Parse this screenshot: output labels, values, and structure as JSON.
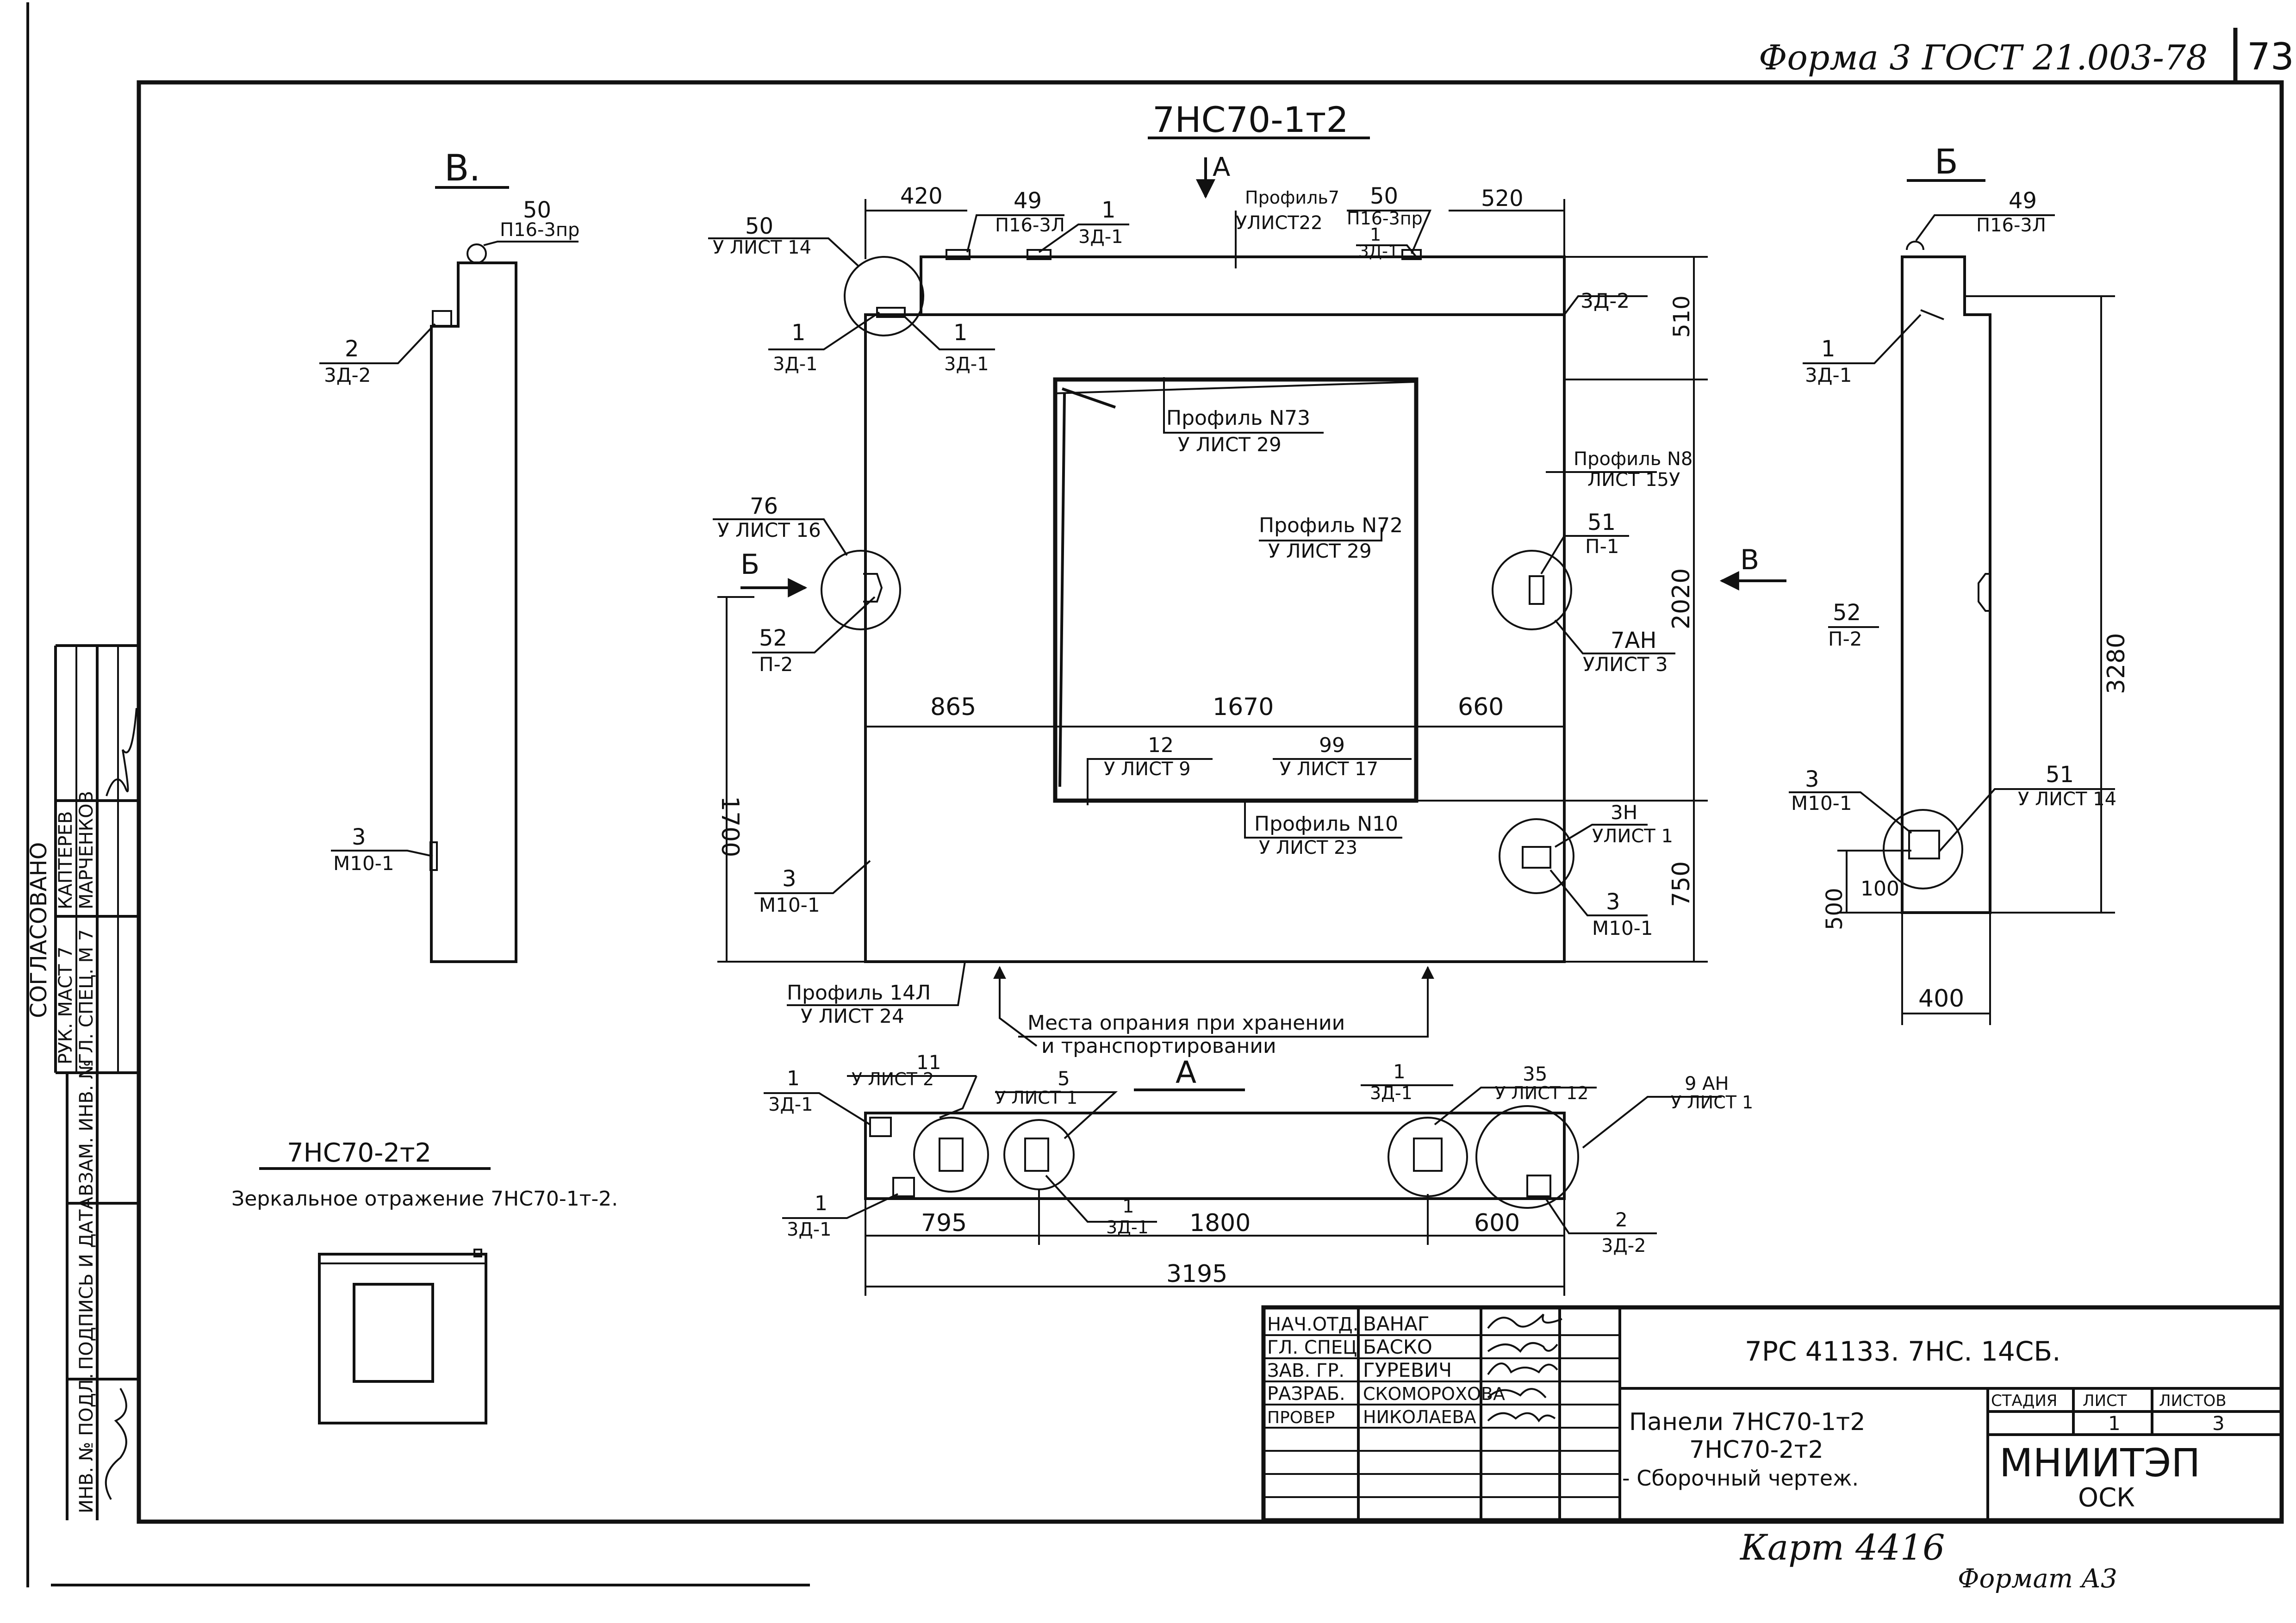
{
  "form_header": "Форма 3 ГОСТ 21.003-78",
  "sheet_corner": "73",
  "main_view": {
    "title": "7НС70-1т2",
    "arrow_A": "А",
    "callouts": [
      {
        "id": "c50",
        "num": "50",
        "ref": "У ЛИСТ 14"
      },
      {
        "id": "c49",
        "num": "49",
        "ref": "П16-3Л"
      },
      {
        "id": "c1top",
        "num": "1",
        "ref": "3Д-1"
      },
      {
        "id": "cprof7",
        "num": "Профиль7",
        "ref": "УЛИСТ22"
      },
      {
        "id": "c50b",
        "num": "50",
        "ref": "П16-3пр"
      },
      {
        "id": "c1b",
        "num": "1",
        "ref": "3Д-1"
      },
      {
        "id": "c3d2",
        "num": "",
        "ref": "3Д-2"
      },
      {
        "id": "c1L",
        "num": "1",
        "ref": "3Д-1"
      },
      {
        "id": "c1R",
        "num": "1",
        "ref": "3Д-1"
      },
      {
        "id": "c73",
        "num": "Профиль N73",
        "ref": "У ЛИСТ 29"
      },
      {
        "id": "c8",
        "num": "Профиль N8",
        "ref": "ЛИСТ 15У"
      },
      {
        "id": "c72",
        "num": "Профиль N72",
        "ref": "У ЛИСТ 29"
      },
      {
        "id": "c76",
        "num": "76",
        "ref": "У ЛИСТ 16"
      },
      {
        "id": "c51",
        "num": "51",
        "ref": "П-1"
      },
      {
        "id": "c52",
        "num": "52",
        "ref": "П-2"
      },
      {
        "id": "c7ah",
        "num": "7АН",
        "ref": "УЛИСТ 3"
      },
      {
        "id": "c12",
        "num": "12",
        "ref": "У ЛИСТ 9"
      },
      {
        "id": "c99",
        "num": "99",
        "ref": "У ЛИСТ 17"
      },
      {
        "id": "c10",
        "num": "Профиль N10",
        "ref": "У ЛИСТ 23"
      },
      {
        "id": "c3h",
        "num": "3Н",
        "ref": "УЛИСТ 1"
      },
      {
        "id": "c3L",
        "num": "3",
        "ref": "М10-1"
      },
      {
        "id": "c3R",
        "num": "3",
        "ref": "М10-1"
      },
      {
        "id": "c14",
        "num": "Профиль 14Л",
        "ref": "У ЛИСТ 24"
      }
    ],
    "dims": {
      "d420": "420",
      "d520": "520",
      "d510": "510",
      "d2020": "2020",
      "d750": "750",
      "d1700": "1700",
      "d865": "865",
      "d1670": "1670",
      "d660": "660"
    },
    "arrow_B_left": "Б",
    "arrow_V_right": "В",
    "support_note_1": "Места опрания при хранении",
    "support_note_2": "и транспортировании"
  },
  "view_A": {
    "title": "А",
    "callouts": [
      {
        "id": "a1a",
        "num": "1",
        "ref": "3Д-1"
      },
      {
        "id": "a11",
        "num": "11",
        "ref": "У ЛИСТ 2"
      },
      {
        "id": "a5",
        "num": "5",
        "ref": "У ЛИСТ 1"
      },
      {
        "id": "a1b",
        "num": "1",
        "ref": "3Д-1"
      },
      {
        "id": "a35",
        "num": "35",
        "ref": "У ЛИСТ 12"
      },
      {
        "id": "a9ah",
        "num": "9 АН",
        "ref": "У ЛИСТ 1"
      },
      {
        "id": "a1c",
        "num": "1",
        "ref": "3Д-1"
      },
      {
        "id": "a1d",
        "num": "1",
        "ref": "3Д-1"
      },
      {
        "id": "a2",
        "num": "2",
        "ref": "3Д-2"
      }
    ],
    "dims": {
      "d795": "795",
      "d1800": "1800",
      "d600": "600",
      "d3195": "3195"
    }
  },
  "view_V": {
    "title": "В.",
    "callouts": [
      {
        "id": "v50",
        "num": "50",
        "ref": "П16-3пр"
      },
      {
        "id": "v2",
        "num": "2",
        "ref": "3Д-2"
      },
      {
        "id": "v3",
        "num": "3",
        "ref": "М10-1"
      }
    ]
  },
  "view_B": {
    "title": "Б",
    "callouts": [
      {
        "id": "b49",
        "num": "49",
        "ref": "П16-3Л"
      },
      {
        "id": "b1",
        "num": "1",
        "ref": "3Д-1"
      },
      {
        "id": "b52",
        "num": "52",
        "ref": "П-2"
      },
      {
        "id": "b3",
        "num": "3",
        "ref": "М10-1"
      },
      {
        "id": "b51",
        "num": "51",
        "ref": "У ЛИСТ 14"
      }
    ],
    "dims": {
      "d3280": "3280",
      "d500": "500",
      "d100": "100",
      "d400": "400"
    }
  },
  "mirror": {
    "title": "7НС70-2т2",
    "caption": "Зеркальное отражение 7НС70-1т-2."
  },
  "left_strip": {
    "agreed": "СОГЛАСОВАНО",
    "rows": [
      {
        "role": "РУК. МАСТ 7",
        "name": "КАПТЕРЕВ"
      },
      {
        "role": "ГЛ. СПЕЦ. М 7",
        "name": "МАРЧЕНКОВ"
      }
    ],
    "inv_cols": [
      "ИНВ. № ПОДЛ.",
      "ПОДПИСЬ И ДАТА",
      "ВЗАМ. ИНВ. №"
    ]
  },
  "title_block": {
    "signatures": [
      {
        "role": "НАЧ.ОТД.",
        "name": "ВАНАГ"
      },
      {
        "role": "ГЛ. СПЕЦ",
        "name": "БАСКО"
      },
      {
        "role": "ЗАВ. ГР.",
        "name": "ГУРЕВИЧ"
      },
      {
        "role": "РАЗРАБ.",
        "name": "СКОМОРОХОВА"
      },
      {
        "role": "ПРОВЕР",
        "name": "НИКОЛАЕВА"
      }
    ],
    "code": "7РС 41133. 7НС. 14СБ.",
    "name_line1": "Панели 7НС70-1т2",
    "name_line2": "7НС70-2т2",
    "name_line3": "- Сборочный чертеж.",
    "head_stage": "СТАДИЯ",
    "head_sheet": "ЛИСТ",
    "head_sheets": "ЛИСТОВ",
    "sheet": "1",
    "sheets": "3",
    "org": "МНИИТЭП",
    "dept": "ОСК"
  },
  "footer_karta": "Карт 4416",
  "footer_format": "Формат А3"
}
